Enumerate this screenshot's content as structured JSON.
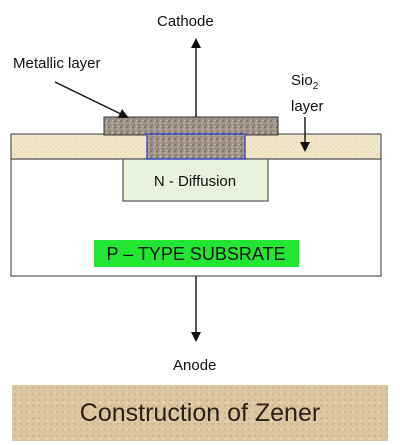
{
  "labels": {
    "cathode": "Cathode",
    "metallic_layer": "Metallic layer",
    "sio2_prefix": "Sio",
    "sio2_subscript": "2",
    "sio2_suffix": "layer",
    "n_diffusion": "N - Diffusion",
    "p_substrate": "P – TYPE SUBSRATE",
    "anode": "Anode"
  },
  "caption": "Construction of Zener",
  "colors": {
    "substrate_fill": "#ffffff",
    "oxide_fill": "#f2e6c9",
    "metal_fill": "#a0948a",
    "n_diffusion_fill": "#eaf1dc",
    "p_label_highlight": "#22e632",
    "contact_border": "#2233cc",
    "outline": "#555555",
    "caption_background": "#dcc6a0"
  }
}
